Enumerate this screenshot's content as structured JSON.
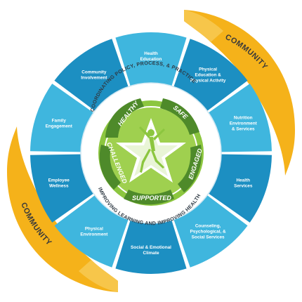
{
  "community": {
    "top": "COMMUNITY",
    "bottom": "COMMUNITY"
  },
  "ring_text": {
    "top": "COORDINATING POLICY, PROCESS, & PRACTICE",
    "bottom": "IMPROVING LEARNING AND IMPROVING HEALTH"
  },
  "tenets": {
    "healthy": "HEALTHY",
    "safe": "SAFE",
    "engaged": "ENGAGED",
    "supported": "SUPPORTED",
    "challenged": "CHALLENGED"
  },
  "components": [
    {
      "lines": [
        "Health",
        "Education"
      ]
    },
    {
      "lines": [
        "Physical",
        "Education &",
        "Physical Activity"
      ]
    },
    {
      "lines": [
        "Nutrition",
        "Environment",
        "& Services"
      ]
    },
    {
      "lines": [
        "Health",
        "Services"
      ]
    },
    {
      "lines": [
        "Counseling,",
        "Psychological, &",
        "Social Services"
      ]
    },
    {
      "lines": [
        "Social & Emotional",
        "Climate"
      ]
    },
    {
      "lines": [
        "Physical",
        "Environment"
      ]
    },
    {
      "lines": [
        "Employee",
        "Wellness"
      ]
    },
    {
      "lines": [
        "Family",
        "Engagement"
      ]
    },
    {
      "lines": [
        "Community",
        "Involvement"
      ]
    }
  ],
  "colors": {
    "community_ribbon": "#f5b21a",
    "segment_light": "#3fb6de",
    "segment_dark": "#1c8fc2",
    "inner_ring": "#ffffff",
    "green": "#8cc63f",
    "dark_green": "#4e8a2a"
  }
}
